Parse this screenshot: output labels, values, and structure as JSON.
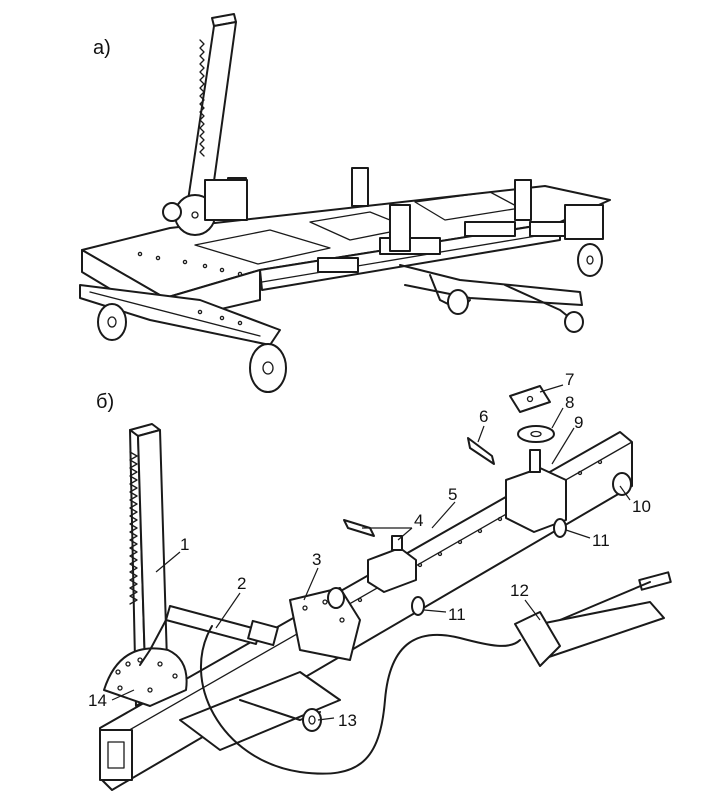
{
  "panels": {
    "a": {
      "label": "а)"
    },
    "b": {
      "label": "б)"
    }
  },
  "callouts": [
    "1",
    "2",
    "3",
    "4",
    "5",
    "6",
    "7",
    "8",
    "9",
    "10",
    "11",
    "11",
    "12",
    "13",
    "14"
  ]
}
